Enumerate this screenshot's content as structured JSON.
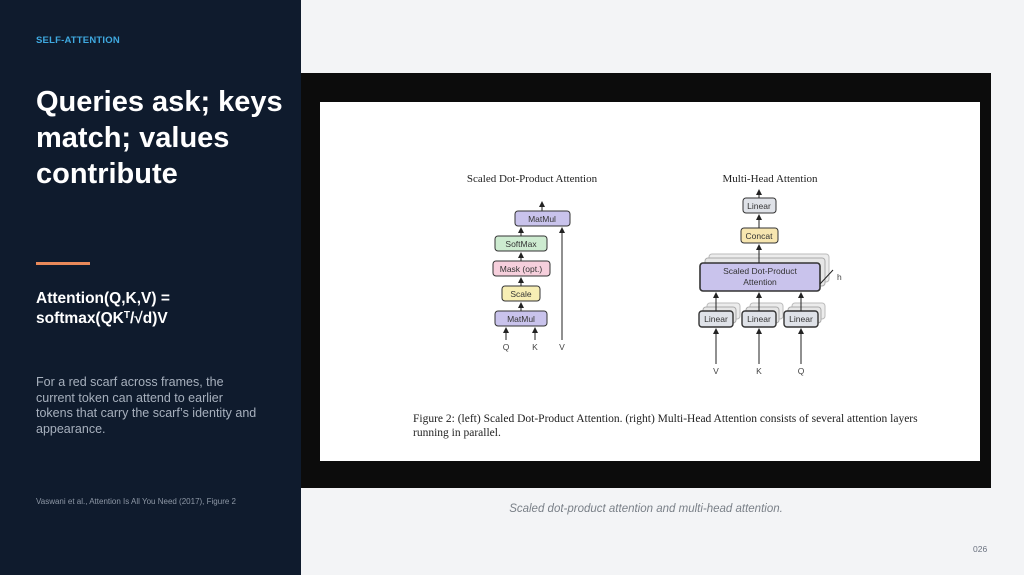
{
  "sidebar": {
    "eyebrow": "SELF-ATTENTION",
    "headline": "Queries ask; keys match; values contribute",
    "formula_line1": "Attention(Q,K,V) =",
    "formula_line2_pre": "softmax(QK",
    "formula_line2_sup": "T",
    "formula_line2_post": "/√d)V",
    "paragraph": "For a red scarf across frames, the current token can attend to earlier tokens that carry the scarf’s identity and appearance.",
    "citation": "Vaswani et al., Attention Is All You Need (2017), Figure 2",
    "accent_color": "#e8895a",
    "eyebrow_color": "#3fa9e0",
    "background_color": "#0f1b2d"
  },
  "figure": {
    "left_title": "Scaled Dot-Product Attention",
    "right_title": "Multi-Head Attention",
    "left_boxes": {
      "matmul_top": "MatMul",
      "softmax": "SoftMax",
      "mask": "Mask (opt.)",
      "scale": "Scale",
      "matmul_bottom": "MatMul"
    },
    "left_inputs": {
      "q": "Q",
      "k": "K",
      "v": "V"
    },
    "right_boxes": {
      "linear_top": "Linear",
      "concat": "Concat",
      "sdpa_line1": "Scaled Dot-Product",
      "sdpa_line2": "Attention",
      "linear_v": "Linear",
      "linear_k": "Linear",
      "linear_q": "Linear",
      "h_label": "h"
    },
    "right_inputs": {
      "v": "V",
      "k": "K",
      "q": "Q"
    },
    "caption": "Figure 2: (left) Scaled Dot-Product Attention. (right) Multi-Head Attention consists of several attention layers running in parallel.",
    "colors": {
      "matmul": "#c9c3ec",
      "softmax": "#cdebd0",
      "mask": "#f6cfdc",
      "scale": "#f7eeb4",
      "linear": "#dfe2e8",
      "concat": "#f7e6b0",
      "sdpa": "#c9c3ec"
    }
  },
  "slide_caption": "Scaled dot-product attention and multi-head attention.",
  "page_number": "026"
}
